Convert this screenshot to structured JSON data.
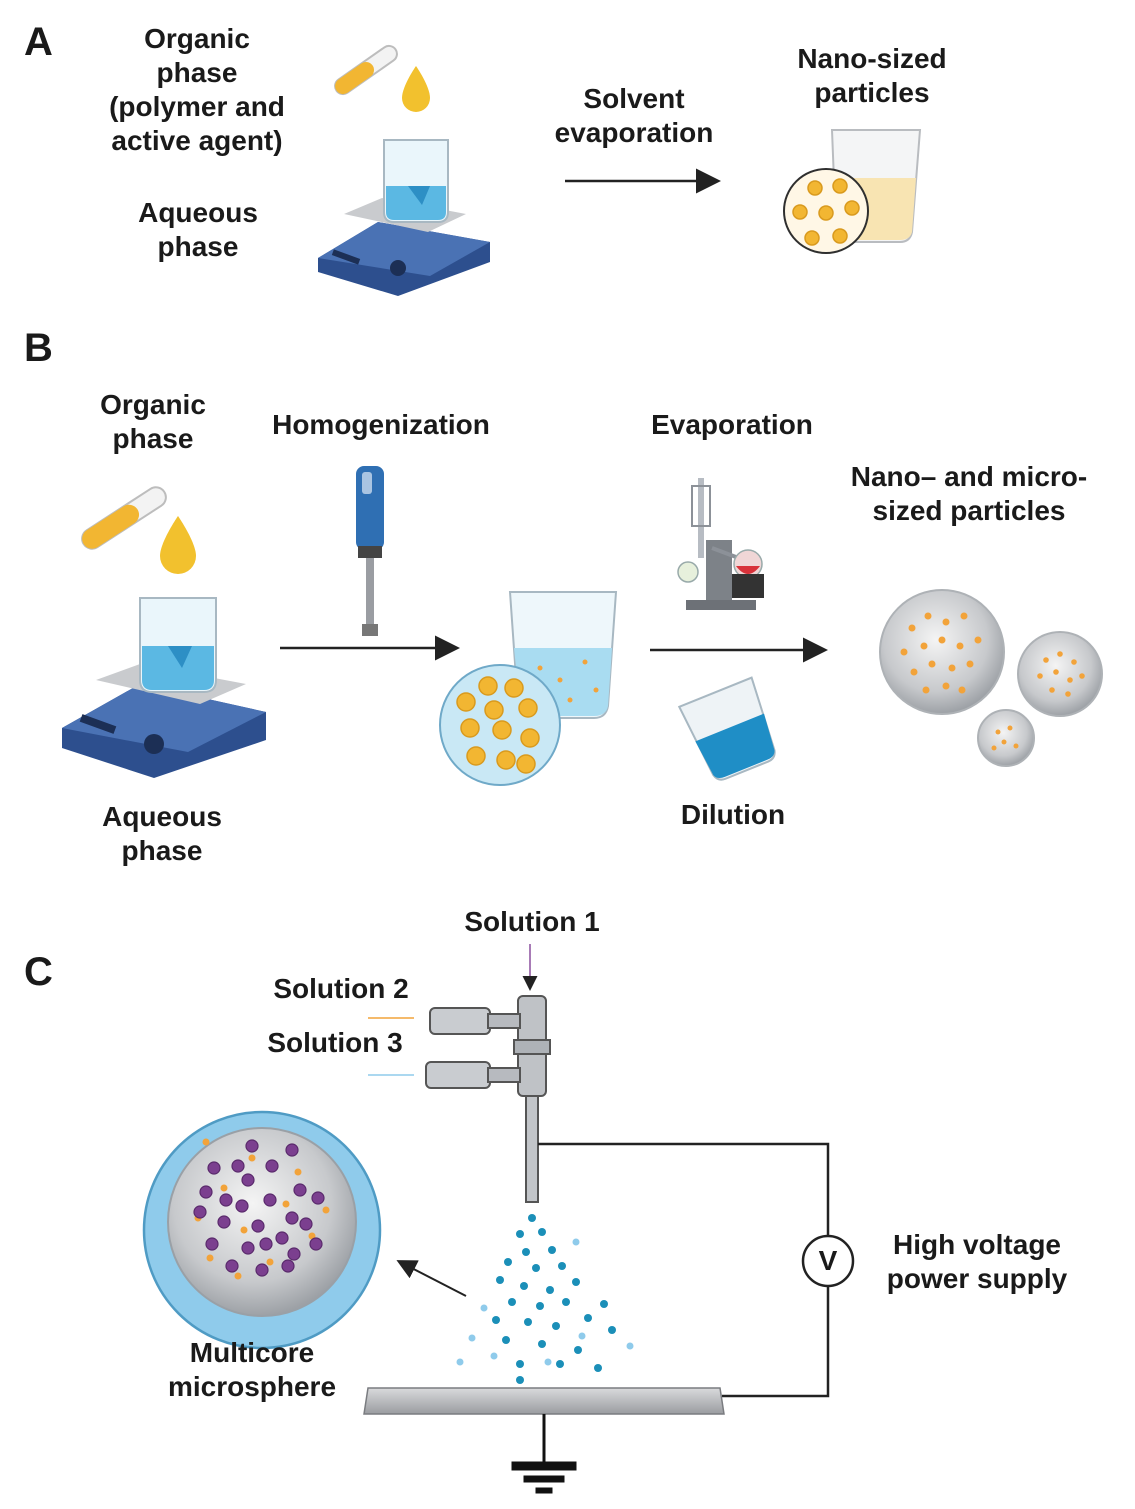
{
  "panels": {
    "a": {
      "letter": "A",
      "organic_phase": [
        "Organic",
        "phase",
        "(polymer and",
        "active agent)"
      ],
      "aqueous_phase": [
        "Aqueous",
        "phase"
      ],
      "step": [
        "Solvent",
        "evaporation"
      ],
      "result": [
        "Nano-sized",
        "particles"
      ]
    },
    "b": {
      "letter": "B",
      "organic_phase": [
        "Organic",
        "phase"
      ],
      "aqueous_phase": [
        "Aqueous",
        "phase"
      ],
      "homogenization": "Homogenization",
      "evaporation": "Evaporation",
      "dilution": "Dilution",
      "result": [
        "Nano– and micro-",
        "sized particles"
      ]
    },
    "c": {
      "letter": "C",
      "solution1": "Solution 1",
      "solution2": "Solution 2",
      "solution3": "Solution 3",
      "voltmeter_symbol": "V",
      "power_supply": [
        "High voltage",
        "power supply"
      ],
      "result": [
        "Multicore",
        "microsphere"
      ]
    }
  },
  "colors": {
    "particle": "#f2b632",
    "stirrer_body": "#2d4f8e",
    "liquid": "#5bb8e3",
    "spray": "#1b8fb8",
    "core": "#7b3f8f",
    "shell": "#8fcbeb"
  }
}
